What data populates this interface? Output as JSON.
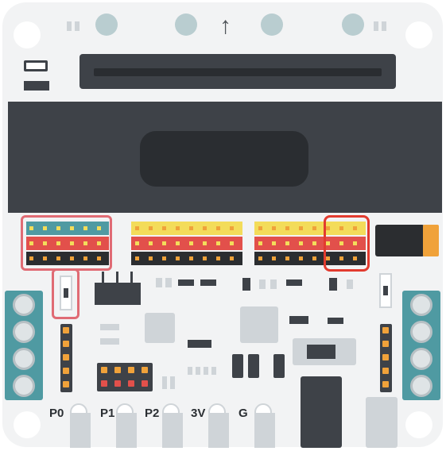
{
  "board": {
    "arrow_glyph": "↑",
    "pad_labels": [
      "P0",
      "P1",
      "P2",
      "3V",
      "G"
    ]
  },
  "colors": {
    "board": "#f2f3f4",
    "teal": "#4f9aa2",
    "red": "#e2504b",
    "yellow": "#f3dc5a",
    "black": "#2b2d30",
    "highlight": "#e23b2f",
    "highlight_pink": "#e06b74",
    "orange_connector": "#f0a23a"
  }
}
